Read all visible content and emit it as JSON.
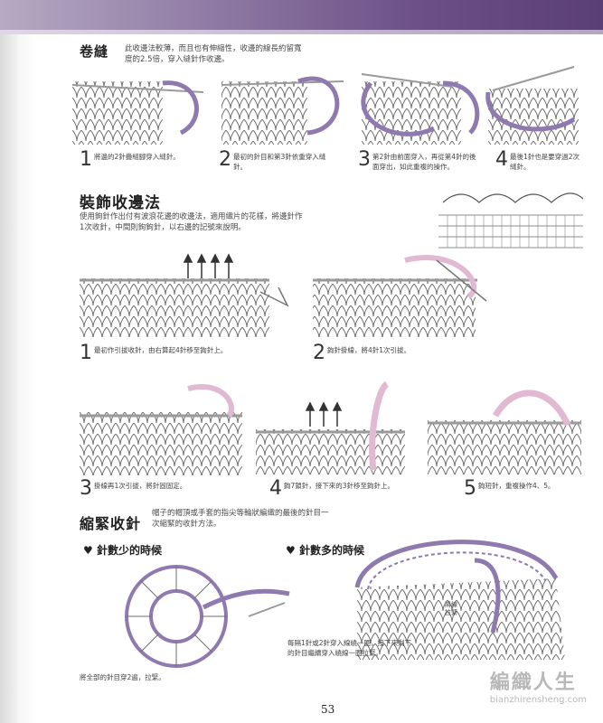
{
  "page_number": "53",
  "watermark": {
    "text": "編織人生",
    "url": "bianzhirensheng.com"
  },
  "sections": {
    "seam": {
      "title": "卷縫",
      "description": "此收邊法較薄，而且也有伸縮性，收邊的線長約留寬度的2.5倍，穿入縫針作收邊。",
      "steps": [
        {
          "num": "1",
          "text": "將邊的2針疊組腳穿入縫針。"
        },
        {
          "num": "2",
          "text": "最初的針目和第3針依重穿入縫針。"
        },
        {
          "num": "3",
          "text": "第2針由前面穿入，再從第4針的後面穿出，如此重複的操作。"
        },
        {
          "num": "4",
          "text": "最後1針也是要穿過2次縫針。"
        }
      ]
    },
    "decorative": {
      "title": "裝飾收邊法",
      "description": "使用鉤針作出付有波浪花邊的收邊法，適用織片的花樣，將邊針作1次收針，中間則鉤鉤針，以右邊的記號來說明。",
      "steps": [
        {
          "num": "1",
          "text": "最初作引拔收針，由右算起4針移至鉤針上。"
        },
        {
          "num": "2",
          "text": "鉤針掛線，將4針1次引拔。"
        },
        {
          "num": "3",
          "text": "掛線再1次引拔，將針固固定。"
        },
        {
          "num": "4",
          "text": "鉤7鎖針，接下來的3針移至鉤針上。"
        },
        {
          "num": "5",
          "text": "鉤短針，重複操作4、5。"
        }
      ]
    },
    "tighten": {
      "title": "縮緊收針",
      "description": "帽子的帽頂或手套的指尖等輪狀編織的最後的針目一次縮緊的收針方法。",
      "few": {
        "heading": "針數少的時候",
        "note": "將全部的針目穿2遍，拉緊。"
      },
      "many": {
        "heading": "針數多的時候",
        "note": "每隔1針或2針穿入線繞一圈，接下來剩下的針目繼續穿入繞線一圈拉緊。",
        "label": "將線拉緊"
      }
    }
  },
  "colors": {
    "band_dark": "#5a3f76",
    "band_light": "#b7a9c3",
    "yarn_purple": "#8f7ab0",
    "yarn_pink": "#e2b9d3",
    "needle": "#bcbcbc"
  }
}
